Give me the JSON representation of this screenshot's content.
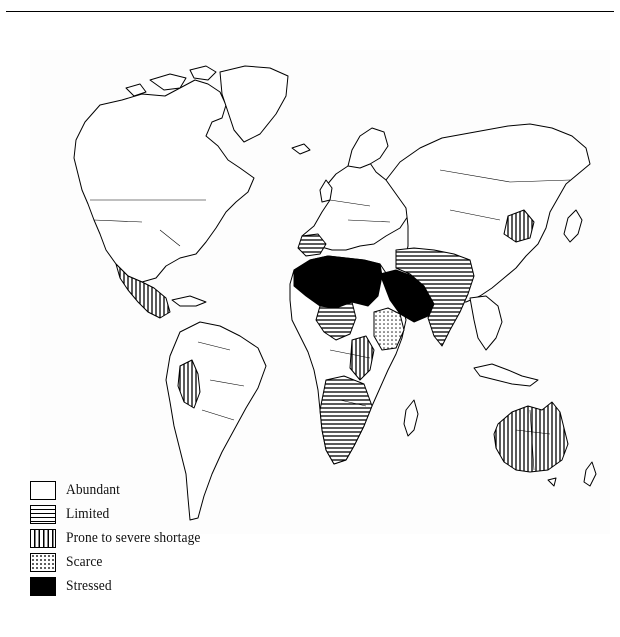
{
  "map": {
    "categories": [
      {
        "key": "abundant",
        "label": "Abundant",
        "pattern": "blank"
      },
      {
        "key": "limited",
        "label": "Limited",
        "pattern": "horizontal-lines"
      },
      {
        "key": "severe",
        "label": "Prone to severe shortage",
        "pattern": "vertical-lines"
      },
      {
        "key": "scarce",
        "label": "Scarce",
        "pattern": "dots"
      },
      {
        "key": "stressed",
        "label": "Stressed",
        "pattern": "solid-black"
      }
    ],
    "regions": {
      "stressed": [
        "north-africa",
        "arabian-peninsula"
      ],
      "limited": [
        "iberian-peninsula",
        "middle-east",
        "south-asia",
        "west-africa",
        "southern-africa"
      ],
      "severe": [
        "mexico",
        "peru",
        "east-africa",
        "australia",
        "northeast-china"
      ],
      "scarce": [
        "horn-of-africa"
      ]
    },
    "colors": {
      "ink": "#000000",
      "paper": "#ffffff"
    }
  }
}
